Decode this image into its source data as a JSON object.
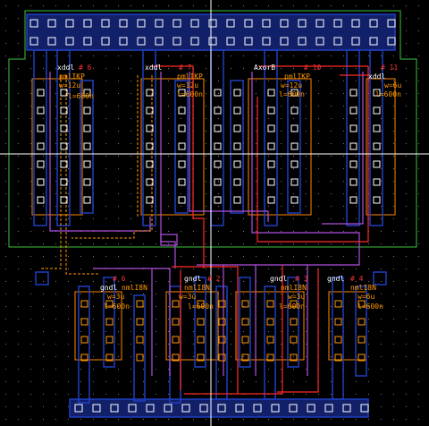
{
  "title": "Layout Editor - XOR cell",
  "colors": {
    "background": "#000000",
    "nwell": "#3fbf3f",
    "metal1": "#1f3fbf",
    "metal1_fill": "#12206a",
    "poly": "#b050e0",
    "active_p": "#ff8800",
    "active_n": "#ff8800",
    "metal2": "#ff2a2a",
    "contact": "#ffffff",
    "text_white": "#ffffff",
    "text_orange": "#ff9900",
    "text_red": "#ff3030",
    "crosshair": "#ffffff"
  },
  "labels": {
    "pmos": [
      {
        "net": "xddl",
        "num": "# 6",
        "model": "pmlIKP",
        "w": "w=12u",
        "l": "l=600n",
        "gate": "8"
      },
      {
        "net": "xddl",
        "num": "# 7",
        "model": "pmlIKP",
        "w": "w=12u",
        "l": "l=600n",
        "gate": "12"
      },
      {
        "net": "AxorB",
        "num": "# 10",
        "model": "pmlIKP",
        "w": "w=12u",
        "l": "l=600n",
        "gate": "12"
      },
      {
        "net": "xddl",
        "num": "# 11",
        "model": "pmlIKP",
        "w": "w=6u",
        "l": "l=600n",
        "gate": "8"
      }
    ],
    "nmos": [
      {
        "net": "gndl",
        "num": "# 6",
        "model": "nmlI8N",
        "w": "w=3u",
        "l": "l=600n",
        "gate": "8"
      },
      {
        "net": "gndl",
        "num": "# 2",
        "model": "nmlI8N",
        "w": "w=3u",
        "l": "l=600n",
        "gate": "7"
      },
      {
        "net": "gndl",
        "num": "# 3",
        "model": "nmlI8N",
        "w": "w=3u",
        "l": "l=600n",
        "gate": "8"
      },
      {
        "net": "gndl",
        "num": "# 4",
        "model": "nmlI8N",
        "w": "w=6u",
        "l": "l=600n",
        "gate": "8"
      }
    ]
  }
}
